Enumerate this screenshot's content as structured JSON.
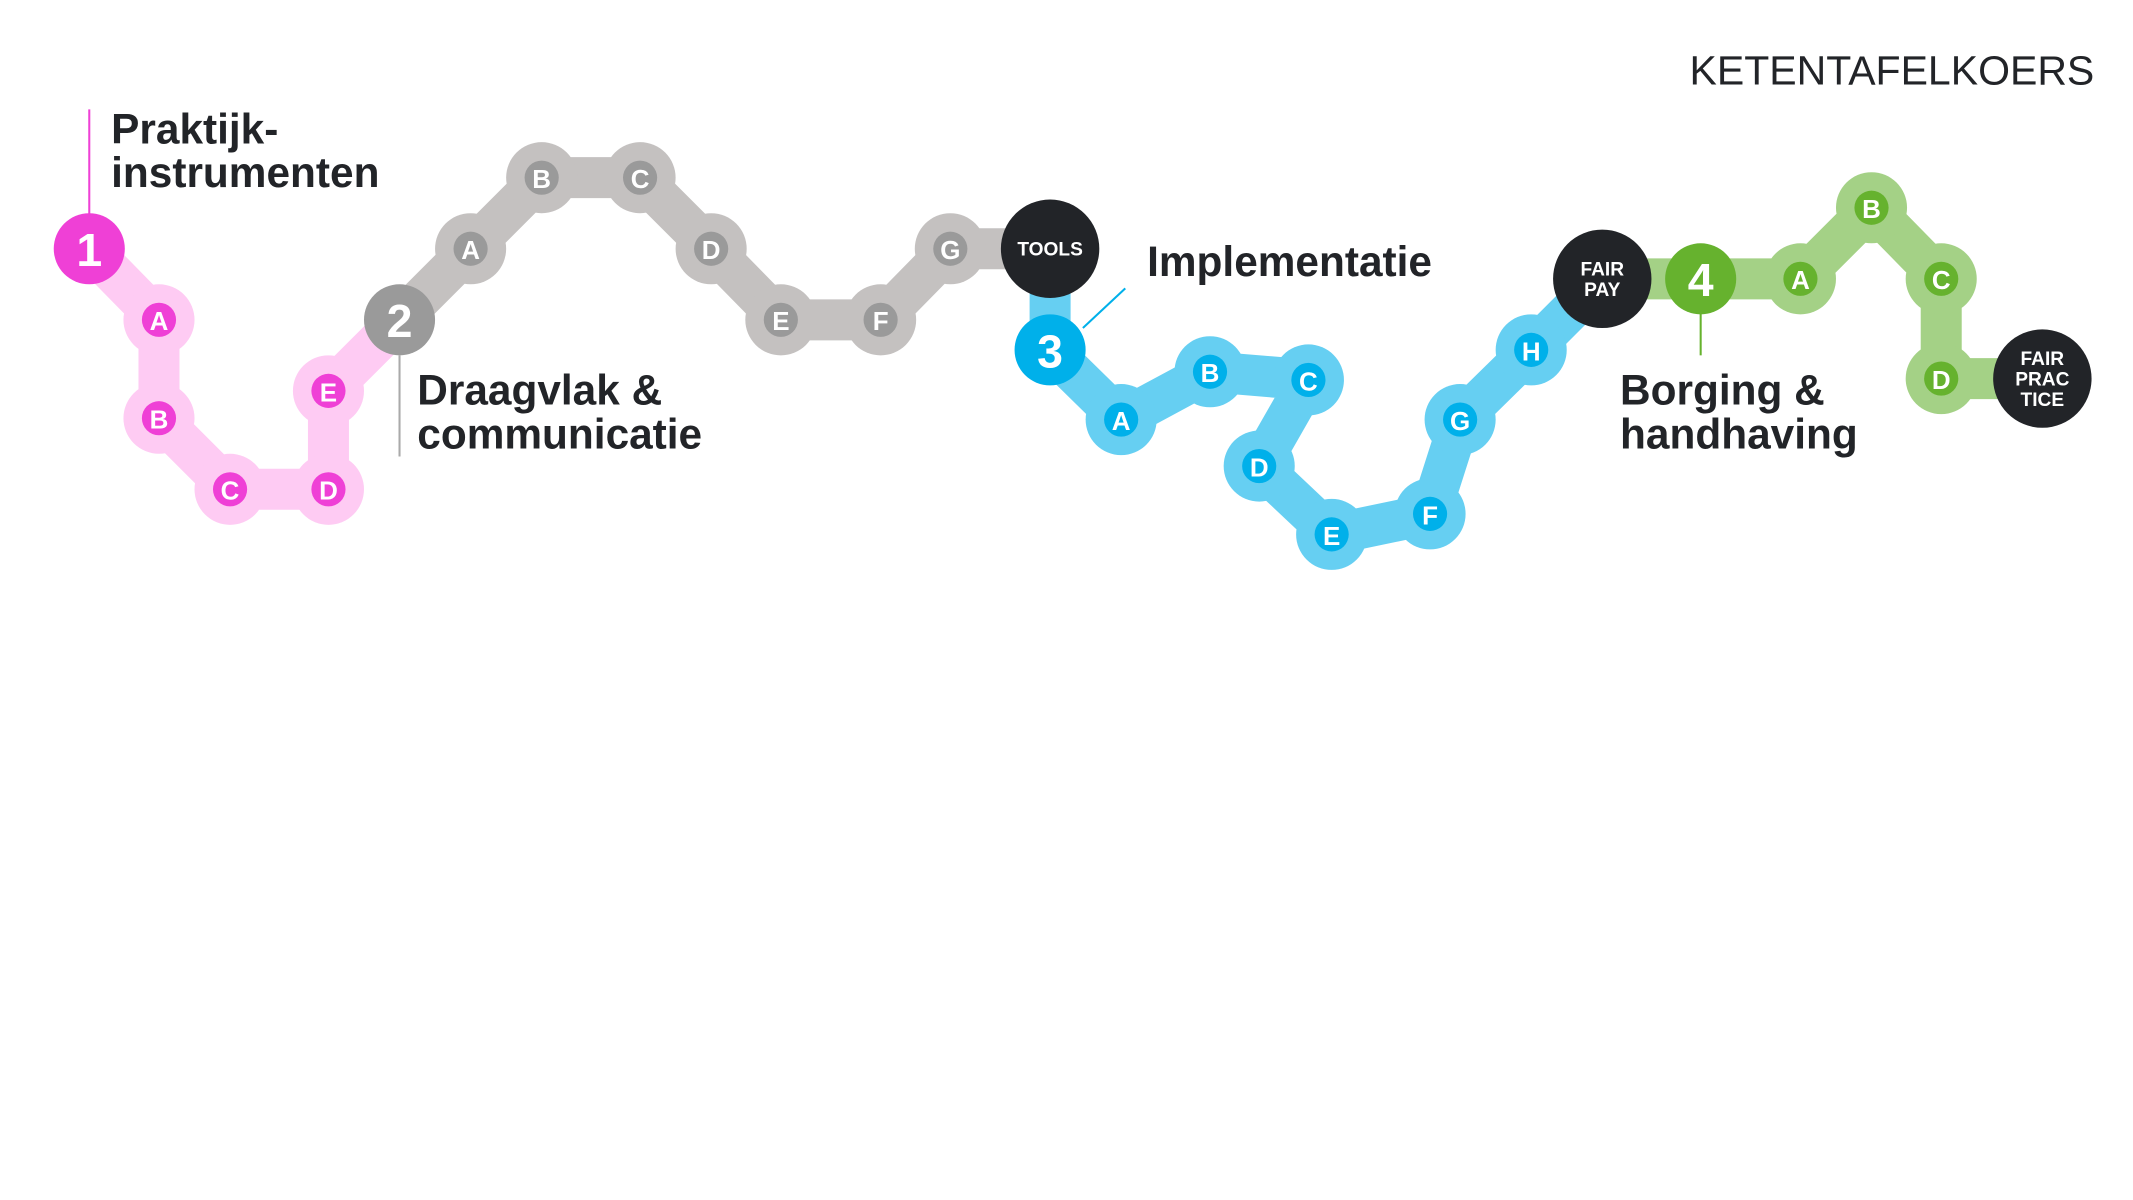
{
  "title": "KETENTAFELKOERS",
  "colors": {
    "pink_track": "#fecbf3",
    "pink_node": "#ef40d6",
    "gray_track": "#c4c1c0",
    "gray_node": "#9a9a9a",
    "blue_track": "#66cff2",
    "blue_node": "#00b0ea",
    "green_track": "#a4d186",
    "green_node": "#66b22e",
    "dark_node": "#222428"
  },
  "phases": [
    {
      "number": "1",
      "label_lines": [
        "Praktijk-",
        "instrumenten"
      ],
      "steps": [
        "A",
        "B",
        "C",
        "D",
        "E"
      ]
    },
    {
      "number": "2",
      "label_lines": [
        "Draagvlak &",
        "communicatie"
      ],
      "steps": [
        "A",
        "B",
        "C",
        "D",
        "E",
        "F",
        "G"
      ]
    },
    {
      "number": "3",
      "label_lines": [
        "Implementatie"
      ],
      "steps": [
        "A",
        "B",
        "C",
        "D",
        "E",
        "F",
        "G",
        "H"
      ]
    },
    {
      "number": "4",
      "label_lines": [
        "Borging &",
        "handhaving"
      ],
      "steps": [
        "A",
        "B",
        "C",
        "D"
      ]
    }
  ],
  "milestones": [
    {
      "lines": [
        "TOOLS"
      ]
    },
    {
      "lines": [
        "FAIR",
        "PAY"
      ]
    },
    {
      "lines": [
        "FAIR",
        "PRAC",
        "TICE"
      ]
    }
  ]
}
